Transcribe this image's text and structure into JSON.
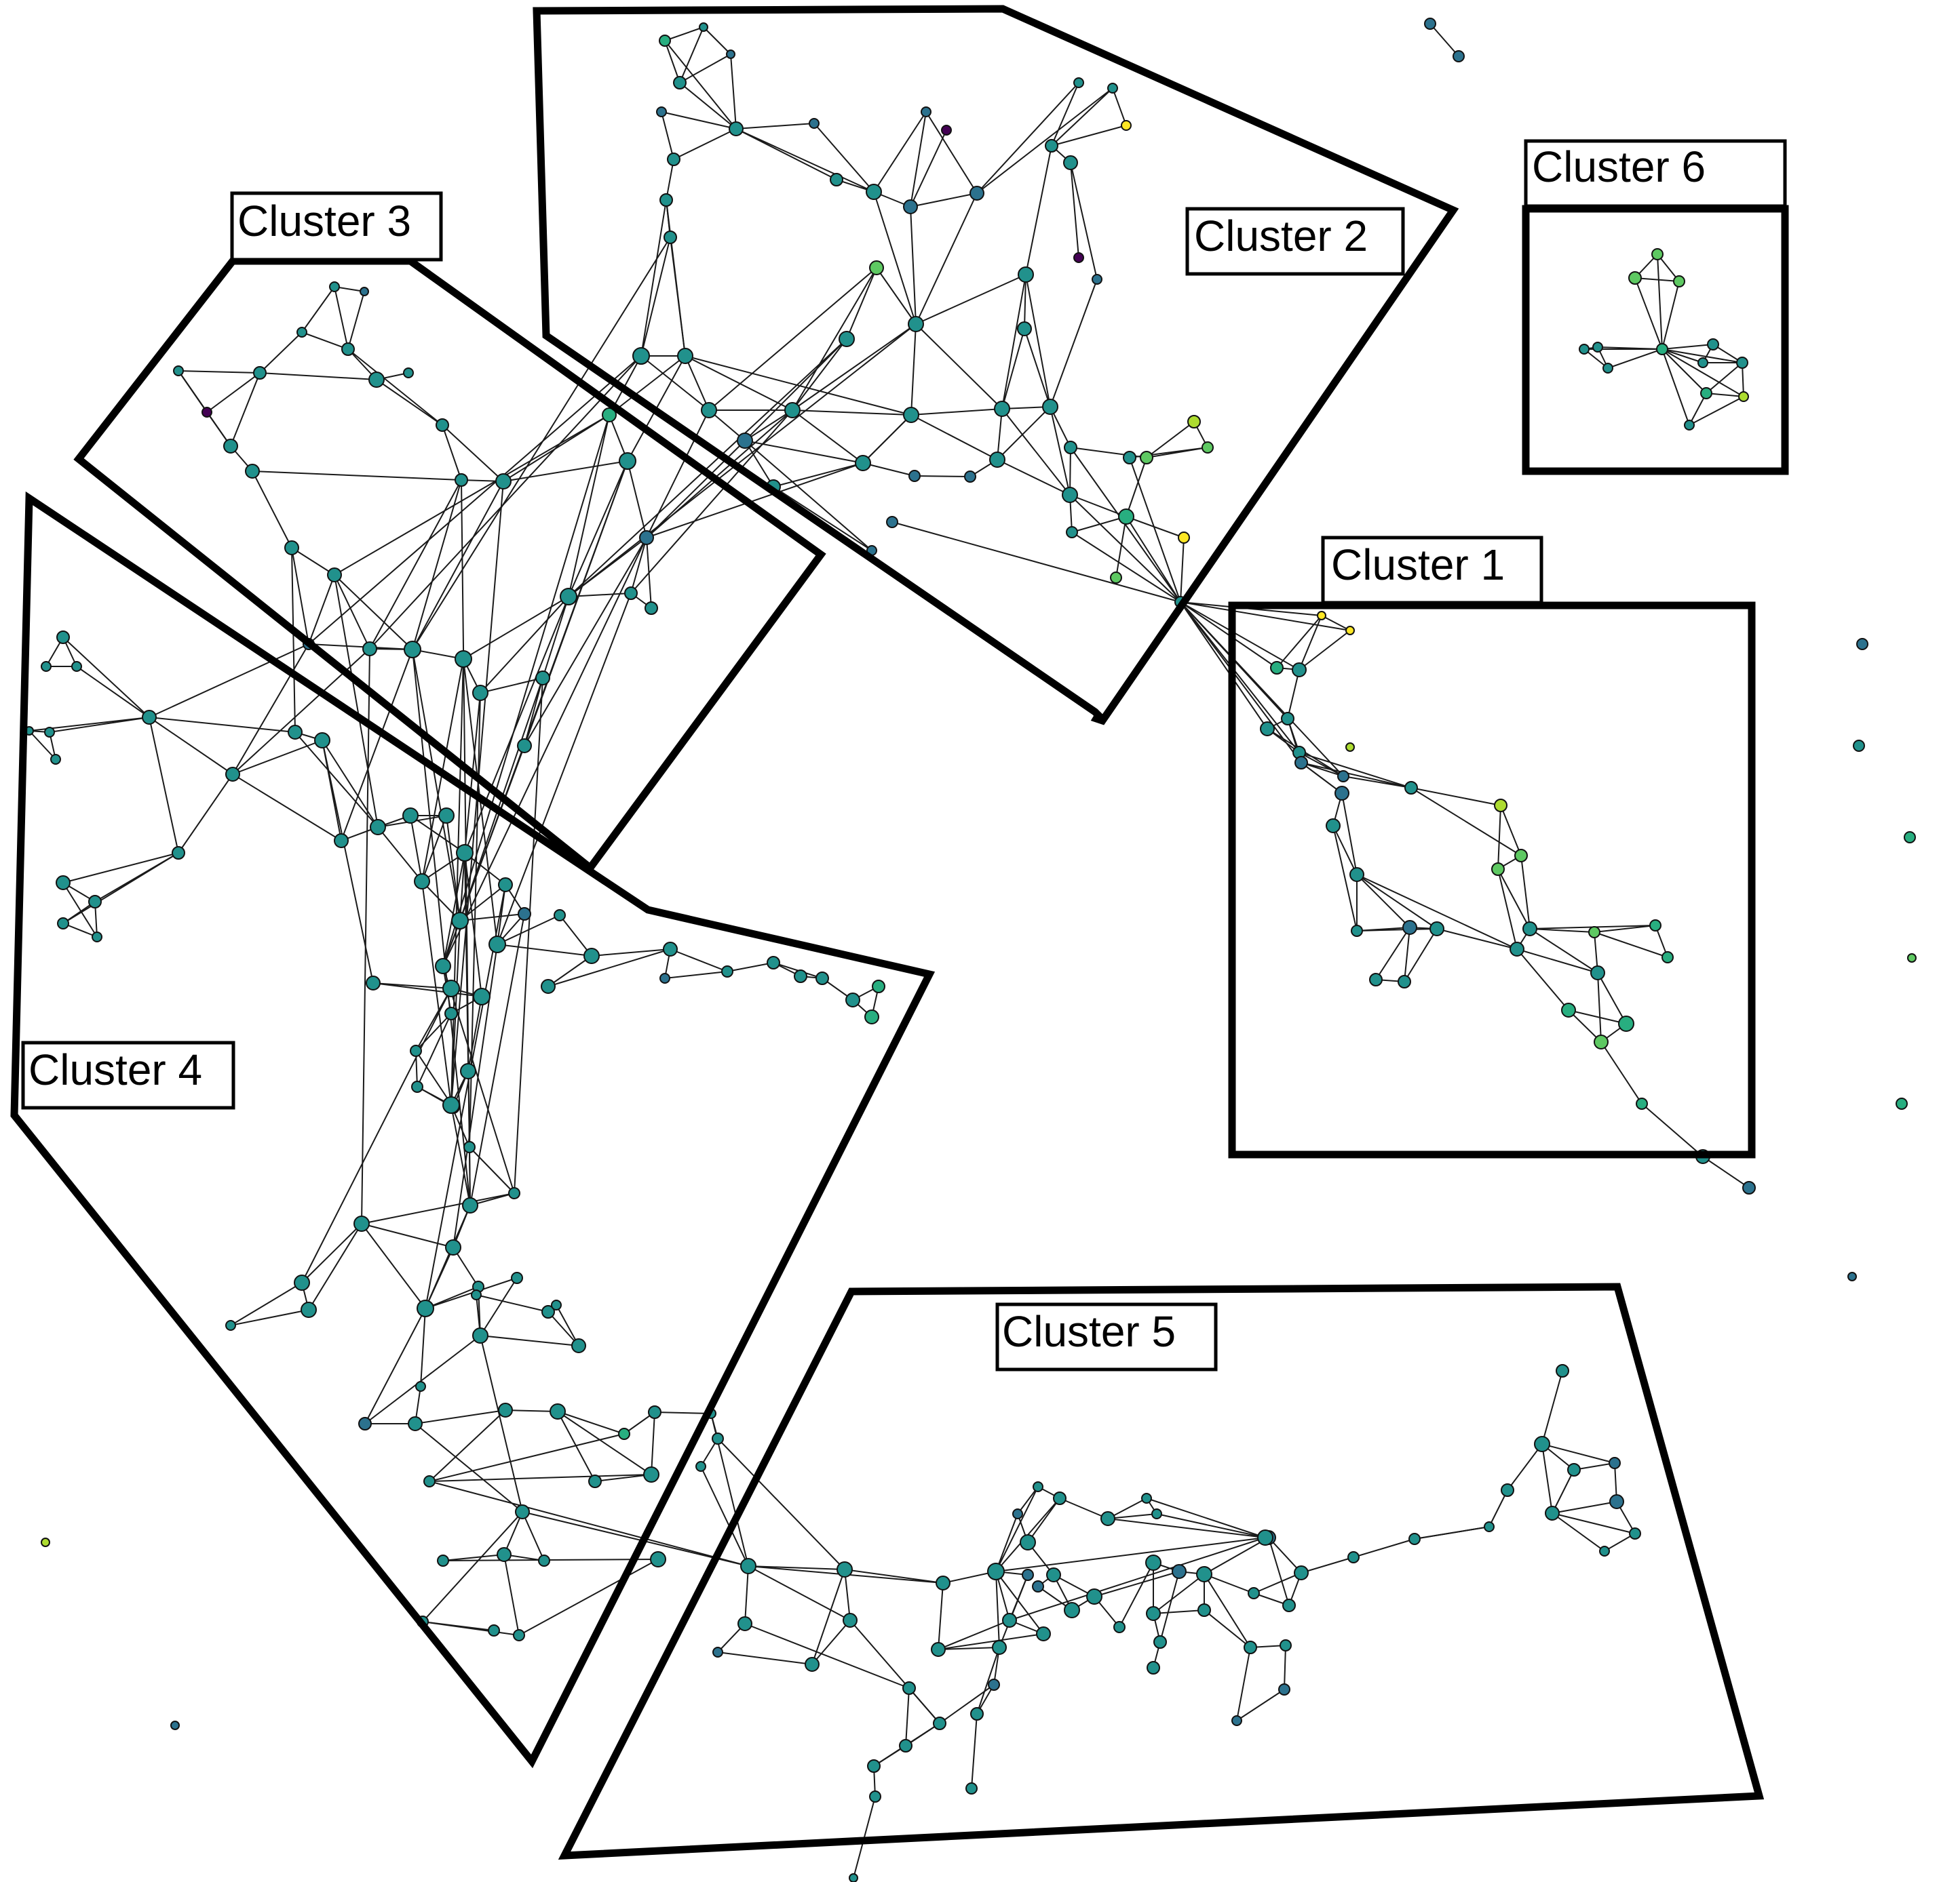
{
  "clusters": [
    {
      "id": "cluster-1",
      "label": "Cluster 1"
    },
    {
      "id": "cluster-2",
      "label": "Cluster 2"
    },
    {
      "id": "cluster-3",
      "label": "Cluster 3"
    },
    {
      "id": "cluster-4",
      "label": "Cluster 4"
    },
    {
      "id": "cluster-5",
      "label": "Cluster 5"
    },
    {
      "id": "cluster-6",
      "label": "Cluster 6"
    }
  ],
  "colors": {
    "outline": "#000000",
    "edge": "#1a1a1a",
    "node_palette": [
      "#3b528b",
      "#2c728e",
      "#21918c",
      "#28ae80",
      "#5ec962",
      "#addc30",
      "#fde725",
      "#440154"
    ]
  }
}
